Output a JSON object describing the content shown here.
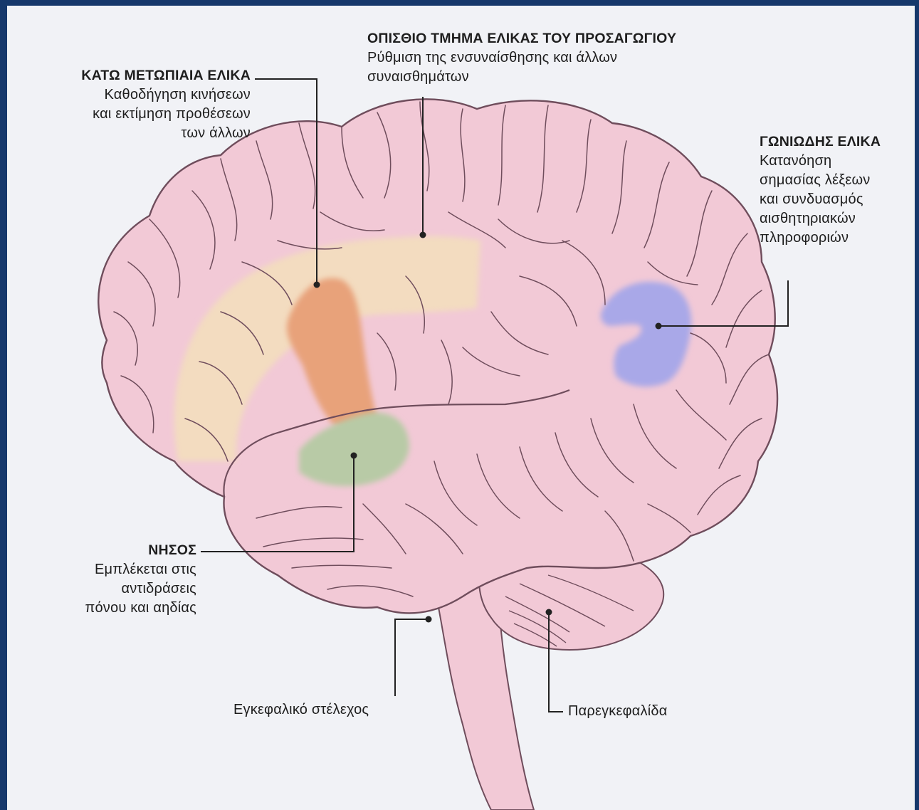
{
  "colors": {
    "frame": "#16386b",
    "paper": "#f1f2f6",
    "brain_fill": "#f2c9d6",
    "brain_stroke": "#6f4d5c",
    "inferior_frontal": "#e8a27a",
    "cingulate": "#f3dcc0",
    "angular": "#a9a8e8",
    "insula": "#b8caa6",
    "leader_line": "#222222"
  },
  "labels": {
    "inferior_frontal": {
      "heading": "ΚΑΤΩ ΜΕΤΩΠΙΑΙΑ ΕΛΙΚΑ",
      "description": "Καθοδήγηση κινήσεων\nκαι εκτίμηση προθέσεων\nτων άλλων",
      "icon": "circle-marker"
    },
    "posterior_cingulate": {
      "heading": "ΟΠΙΣΘΙΟ ΤΜΗΜΑ ΕΛΙΚΑΣ ΤΟΥ ΠΡΟΣΑΓΩΓΙΟΥ",
      "description": "Ρύθμιση της ενσυναίσθησης και άλλων\nσυναισθημάτων"
    },
    "angular_gyrus": {
      "heading": "ΓΩΝΙΩΔΗΣ ΕΛΙΚΑ",
      "description": "Κατανόηση\nσημασίας λέξεων\nκαι συνδυασμός\nαισθητηριακών\nπληροφοριών"
    },
    "insula": {
      "heading": "ΝΗΣΟΣ",
      "description": "Εμπλέκεται στις\nαντιδράσεις\nπόνου και αηδίας"
    },
    "brainstem": {
      "description": "Εγκεφαλικό στέλεχος"
    },
    "cerebellum": {
      "description": "Παρεγκεφαλίδα"
    }
  }
}
